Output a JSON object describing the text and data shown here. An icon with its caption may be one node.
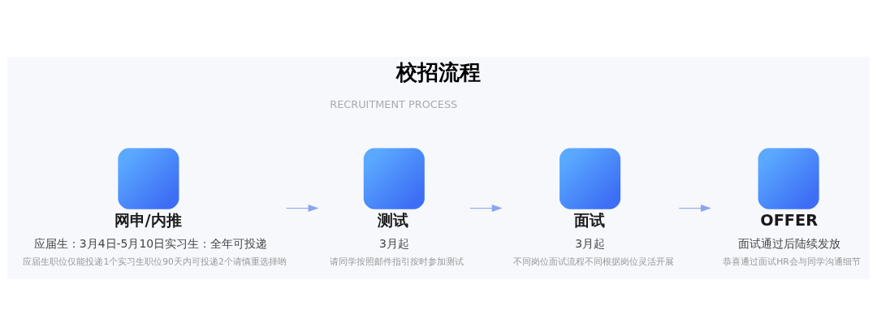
{
  "diagram": {
    "title": "校招流程",
    "nodes": [
      {
        "text": [
          "网申/内推",
          "应届生：3月4日-5月10日实习生：全年可投递",
          "应届生职位仅能投递1个实习生职位90天内可投递2个请慎重选择哟"
        ]
      },
      {
        "text": [
          "测试",
          "3月起",
          "请同学按照邮件指引按时参加测试"
        ]
      },
      {
        "text": [
          "面试",
          "3月起",
          "不同岗位面试流程不同根据岗位灵活开展"
        ]
      },
      {
        "text": [
          "OFFER",
          "面试通过后陆续发放",
          "恭喜通过面试HR会与同学沟通细节"
        ]
      }
    ],
    "edges": [
      {
        "from": 0,
        "to": 1,
        "arrow": "to"
      },
      {
        "from": 1,
        "to": 2,
        "arrow": "to"
      },
      {
        "from": 2,
        "to": 3,
        "arrow": "to"
      }
    ],
    "labels": [
      "RECRUITMENT PROCESS"
    ]
  }
}
